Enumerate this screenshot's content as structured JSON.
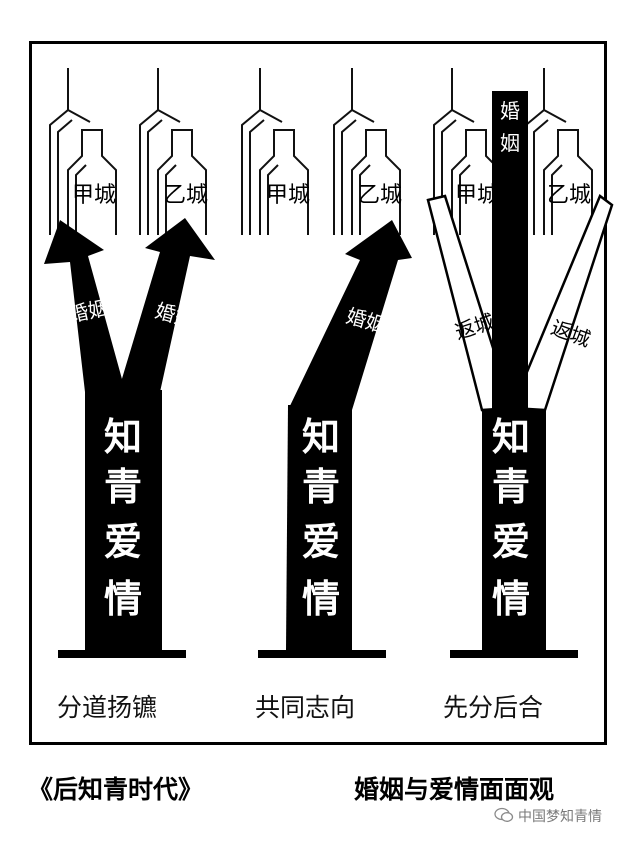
{
  "panels": [
    {
      "city_a": "甲城",
      "city_b": "乙城",
      "band_left": "婚姻",
      "band_right": "婚姻",
      "trunk": "知青爱情",
      "caption": "分道扬镳"
    },
    {
      "city_a": "甲城",
      "city_b": "乙城",
      "band_right": "婚姻",
      "trunk": "知青爱情",
      "caption": "共同志向"
    },
    {
      "city_a": "甲城",
      "city_b": "乙城",
      "band_left": "返城",
      "band_right": "返城",
      "center_band": "婚姻",
      "trunk": "知青爱情",
      "caption": "先分后合"
    }
  ],
  "footer": {
    "left_title": "《后知青时代》",
    "right_title": "婚姻与爱情面面观"
  },
  "watermark": "中国梦知青情"
}
